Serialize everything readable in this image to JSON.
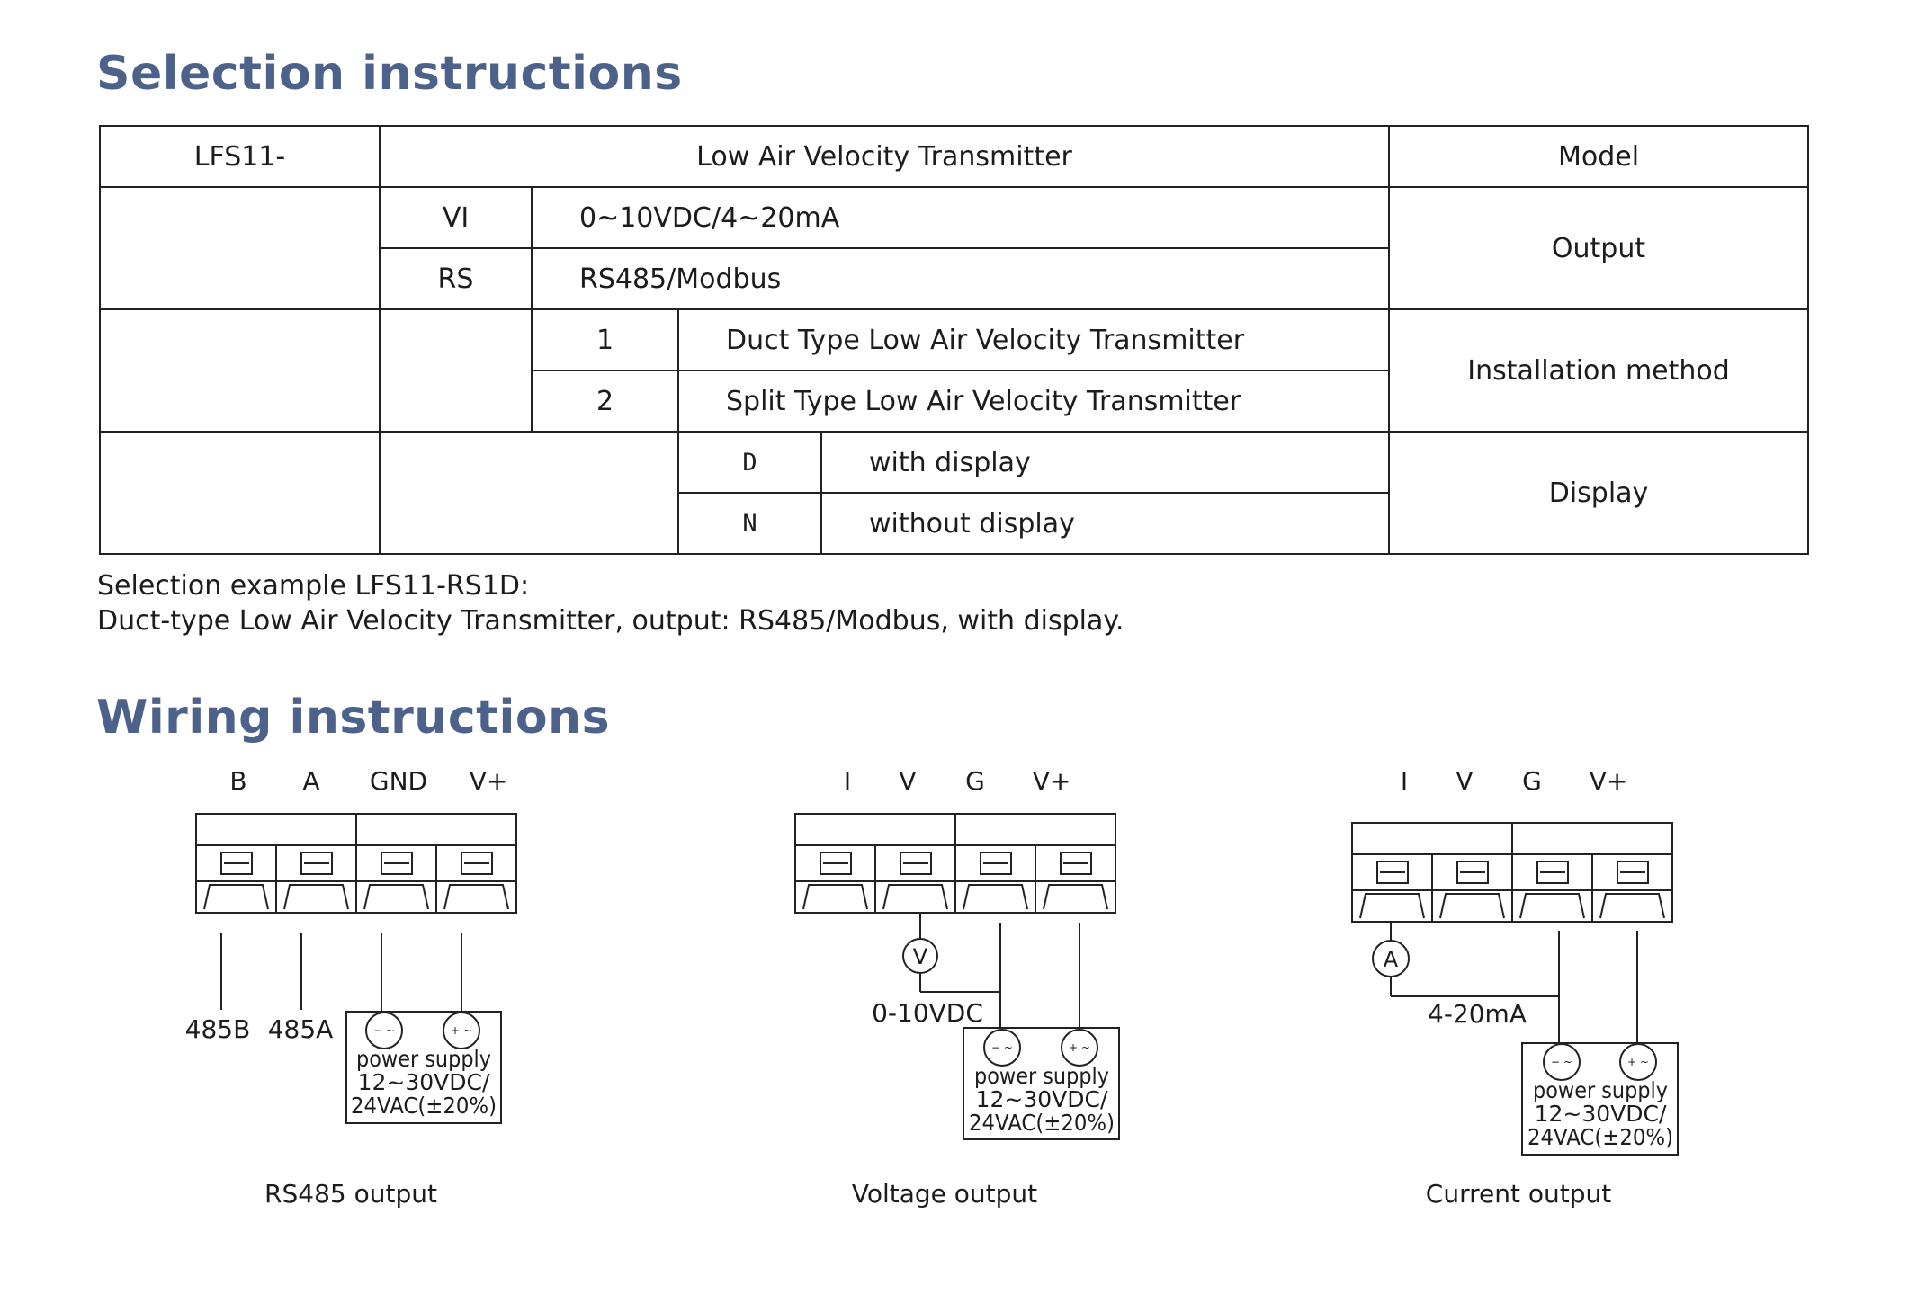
{
  "selection": {
    "title": "Selection instructions",
    "header": {
      "prefix": "LFS11-",
      "product": "Low Air Velocity Transmitter",
      "model": "Model"
    },
    "output": {
      "label": "Output",
      "options": [
        {
          "code": "VI",
          "desc": "0~10VDC/4~20mA"
        },
        {
          "code": "RS",
          "desc": "RS485/Modbus"
        }
      ]
    },
    "installation": {
      "label": "Installation method",
      "options": [
        {
          "code": "1",
          "desc": "Duct Type Low Air Velocity Transmitter"
        },
        {
          "code": "2",
          "desc": "Split Type Low Air Velocity Transmitter"
        }
      ]
    },
    "display": {
      "label": "Display",
      "options": [
        {
          "code": "D",
          "desc": "with display"
        },
        {
          "code": "N",
          "desc": "without display"
        }
      ]
    },
    "example": {
      "line1": "Selection example LFS11-RS1D:",
      "line2": "Duct-type Low Air Velocity Transmitter, output: RS485/Modbus, with display."
    }
  },
  "wiring": {
    "title": "Wiring instructions",
    "supply": {
      "line1": "power supply",
      "line2": "12~30VDC/",
      "line3": "24VAC(±20%)",
      "neg": "− ~",
      "pos": "+ ~"
    },
    "rs485": {
      "terminals": [
        "B",
        "A",
        "GND",
        "V+"
      ],
      "wire_labels": [
        "485B",
        "485A"
      ],
      "caption": "RS485 output"
    },
    "voltage": {
      "terminals": [
        "I",
        "V",
        "G",
        "V+"
      ],
      "meter": "V",
      "signal": "0-10VDC",
      "caption": "Voltage output"
    },
    "current": {
      "terminals": [
        "I",
        "V",
        "G",
        "V+"
      ],
      "meter": "A",
      "signal": "4-20mA",
      "caption": "Current output"
    }
  }
}
